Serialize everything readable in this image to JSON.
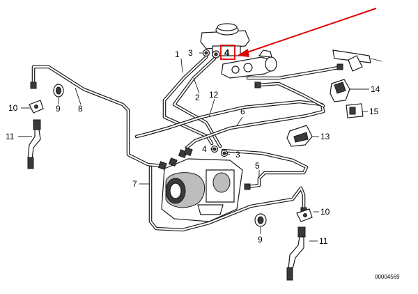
{
  "diagram": {
    "part_number": "00004569",
    "callouts": [
      {
        "id": "c1",
        "text": "1"
      },
      {
        "id": "c2",
        "text": "2"
      },
      {
        "id": "c3a",
        "text": "3"
      },
      {
        "id": "c3b",
        "text": "3"
      },
      {
        "id": "c4a",
        "text": "4"
      },
      {
        "id": "c4b",
        "text": "4"
      },
      {
        "id": "c5",
        "text": "5"
      },
      {
        "id": "c6",
        "text": "6"
      },
      {
        "id": "c7",
        "text": "7"
      },
      {
        "id": "c8",
        "text": "8"
      },
      {
        "id": "c9a",
        "text": "9"
      },
      {
        "id": "c9b",
        "text": "9"
      },
      {
        "id": "c10a",
        "text": "10"
      },
      {
        "id": "c10b",
        "text": "10"
      },
      {
        "id": "c11a",
        "text": "11"
      },
      {
        "id": "c11b",
        "text": "11"
      },
      {
        "id": "c12",
        "text": "12"
      },
      {
        "id": "c13",
        "text": "13"
      },
      {
        "id": "c14",
        "text": "14"
      },
      {
        "id": "c15",
        "text": "15"
      }
    ],
    "highlight": {
      "box_color": "#e00000",
      "arrow_color": "#e00000"
    },
    "line_color": "#1a1a1a"
  }
}
